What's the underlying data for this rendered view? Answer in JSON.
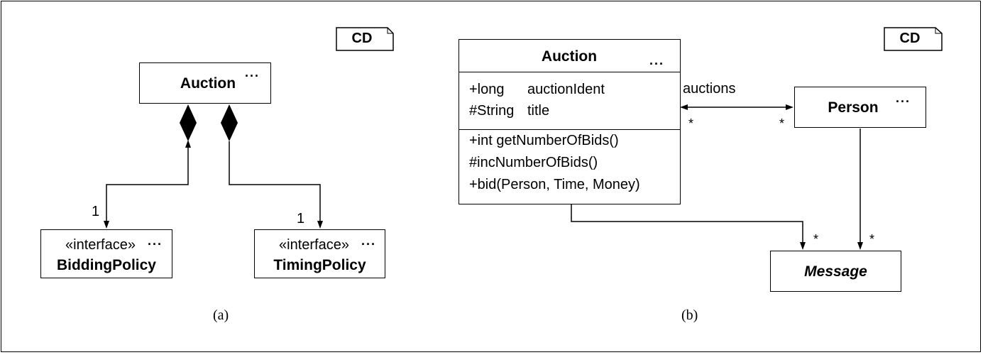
{
  "diagram_a": {
    "cd_tag": "CD",
    "auction": {
      "name": "Auction",
      "ellipsis": "..."
    },
    "bidding": {
      "stereotype": "«interface»",
      "name": "BiddingPolicy",
      "ellipsis": "...",
      "multiplicity": "1"
    },
    "timing": {
      "stereotype": "«interface»",
      "name": "TimingPolicy",
      "ellipsis": "...",
      "multiplicity": "1"
    },
    "caption": "(a)"
  },
  "diagram_b": {
    "cd_tag": "CD",
    "auction": {
      "name": "Auction",
      "ellipsis": "...",
      "attributes": [
        {
          "type": "+long",
          "name": "auctionIdent"
        },
        {
          "type": "#String",
          "name": "title"
        }
      ],
      "methods": [
        "+int getNumberOfBids()",
        "#incNumberOfBids()",
        "+bid(Person, Time, Money)"
      ]
    },
    "person": {
      "name": "Person",
      "ellipsis": "..."
    },
    "message": {
      "name": "Message"
    },
    "association": {
      "role": "auctions",
      "mult_auction_side": "*",
      "mult_person_side": "*"
    },
    "message_mult_from_auction": "*",
    "message_mult_from_person": "*",
    "caption": "(b)"
  }
}
